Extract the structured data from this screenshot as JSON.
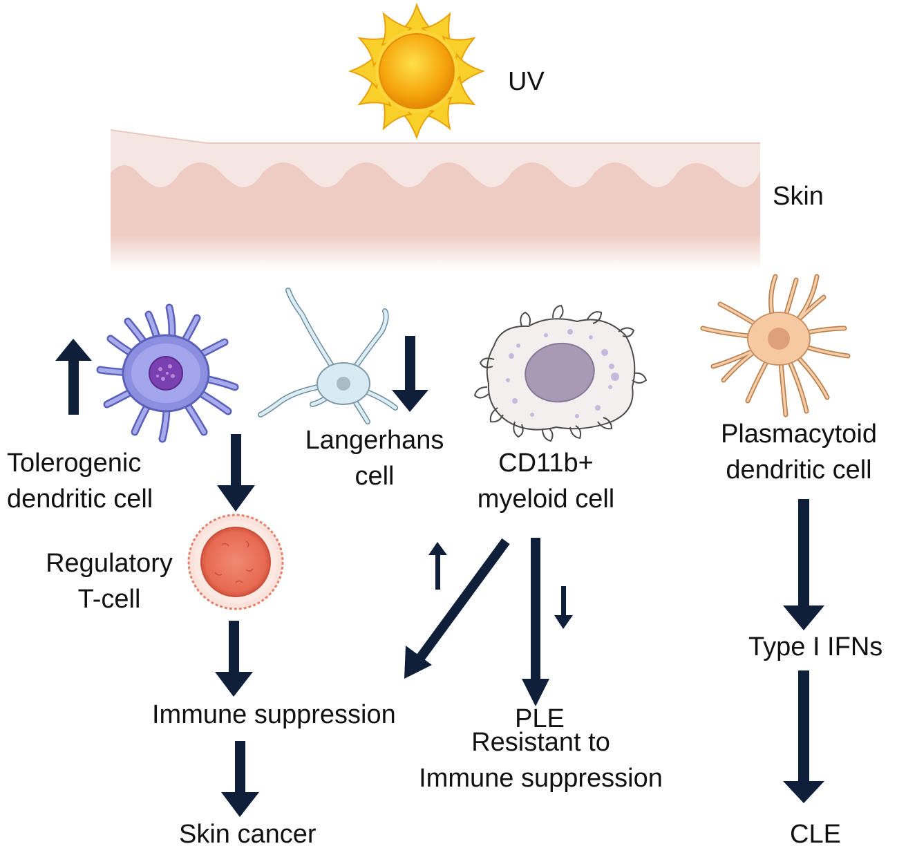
{
  "labels": {
    "uv": "UV",
    "skin": "Skin",
    "tolerogenic": [
      "Tolerogenic",
      "dendritic cell"
    ],
    "langerhans": [
      "Langerhans",
      "cell"
    ],
    "cd11b": [
      "CD11b+",
      "myeloid cell"
    ],
    "plasmacytoid": [
      "Plasmacytoid",
      "dendritic cell"
    ],
    "regulatory": [
      "Regulatory",
      "T-cell"
    ],
    "immune_suppression": "Immune suppression",
    "skin_cancer": "Skin cancer",
    "ple": "PLE",
    "resistant": [
      "Resistant to",
      "Immune suppression"
    ],
    "type1_ifns": "Type I IFNs",
    "cle": "CLE"
  },
  "colors": {
    "arrow": "#0f1f3a",
    "skin_top": "#f4e3df",
    "skin_body": "#efccc3",
    "sun_core": "#f6a50c",
    "sun_rays": "#f9cf2a",
    "tolerogenic_cell": "#8c8fe0",
    "langerhans_cell": "#d8eaf3",
    "cd11b_cell": "#f4efef",
    "cd11b_nucleus": "#a89ab5",
    "plasmacytoid_cell": "#f7c9a3",
    "regulatory_cell": "#ec7f63"
  },
  "icons": {
    "sun": "sun-icon",
    "tolerogenic": "dendritic-cell-icon",
    "langerhans": "langerhans-cell-icon",
    "cd11b": "myeloid-cell-icon",
    "plasmacytoid": "plasmacytoid-cell-icon",
    "regulatory": "t-cell-icon"
  }
}
